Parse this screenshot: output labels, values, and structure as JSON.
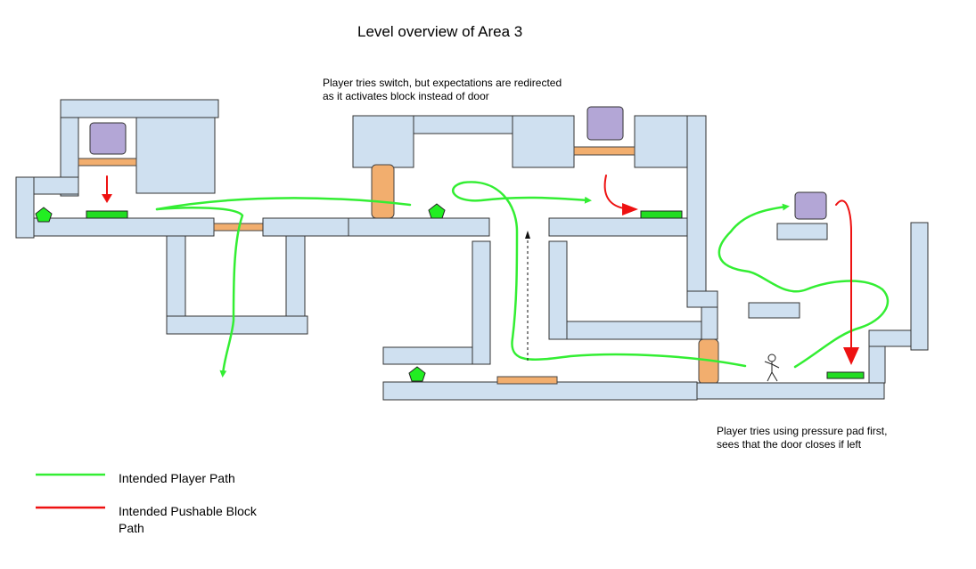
{
  "title": "Level overview of Area 3",
  "annotations": {
    "switch_note_line1": "Player tries switch, but expectations are redirected",
    "switch_note_line2": "as it activates block instead of door",
    "pad_note_line1": "Player tries using pressure pad first,",
    "pad_note_line2": "sees that the door closes if left"
  },
  "legend": {
    "player_path_label": "Intended Player Path",
    "block_path_label_line1": "Intended Pushable Block",
    "block_path_label_line2": "Path"
  },
  "colors": {
    "player_path": "#33ee33",
    "block_path": "#ee1111",
    "wall": "#cfe0f0",
    "door": "#f2ae6e",
    "pushable_block": "#b3a6d6",
    "pressure_pad": "#22dd22"
  }
}
